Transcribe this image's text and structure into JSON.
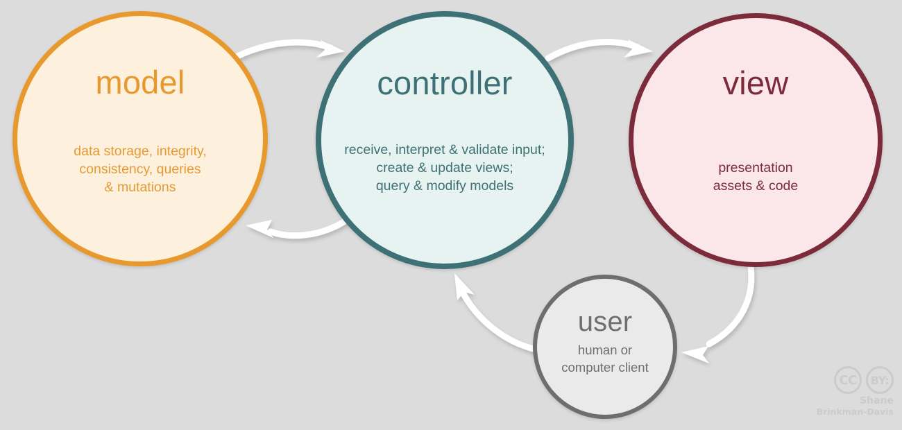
{
  "diagram": {
    "title": "MVC architecture diagram",
    "background_color": "#DCDCDC",
    "arrow_color": "#FFFFFF"
  },
  "nodes": [
    {
      "id": "model",
      "title": "model",
      "description": "data storage, integrity,\nconsistency, queries\n& mutations",
      "desc_lines": [
        "data storage, integrity,",
        "consistency, queries",
        "& mutations"
      ],
      "border_color": "#E8992E",
      "fill_color": "#FDF1DD",
      "text_color": "#E8992E"
    },
    {
      "id": "controller",
      "title": "controller",
      "description": "receive, interpret & validate input;\ncreate & update views;\nquery & modify models",
      "desc_lines": [
        "receive, interpret & validate input;",
        "create & update views;",
        "query & modify models"
      ],
      "border_color": "#3E7175",
      "fill_color": "#E7F3F1",
      "text_color": "#3E7175"
    },
    {
      "id": "view",
      "title": "view",
      "description": "presentation\nassets & code",
      "desc_lines": [
        "presentation",
        "assets & code"
      ],
      "border_color": "#7B2B39",
      "fill_color": "#FBE7E9",
      "text_color": "#7B2B39"
    },
    {
      "id": "user",
      "title": "user",
      "description": "human or\ncomputer client",
      "desc_lines": [
        "human or",
        "computer client"
      ],
      "border_color": "#6E6E6E",
      "fill_color": "#EAEAEA",
      "text_color": "#6E6E6E"
    }
  ],
  "arrows": [
    {
      "id": "model-to-controller",
      "from": "model",
      "to": "controller",
      "direction": "right"
    },
    {
      "id": "controller-to-model",
      "from": "controller",
      "to": "model",
      "direction": "left"
    },
    {
      "id": "controller-to-view",
      "from": "controller",
      "to": "view",
      "direction": "right"
    },
    {
      "id": "view-to-user",
      "from": "view",
      "to": "user",
      "direction": "down-left"
    },
    {
      "id": "user-to-controller",
      "from": "user",
      "to": "controller",
      "direction": "up-left"
    }
  ],
  "attribution": {
    "cc_label": "CC",
    "by_label": "BY:",
    "author_first": "Shane",
    "author_last": "Brinkman-Davis"
  }
}
